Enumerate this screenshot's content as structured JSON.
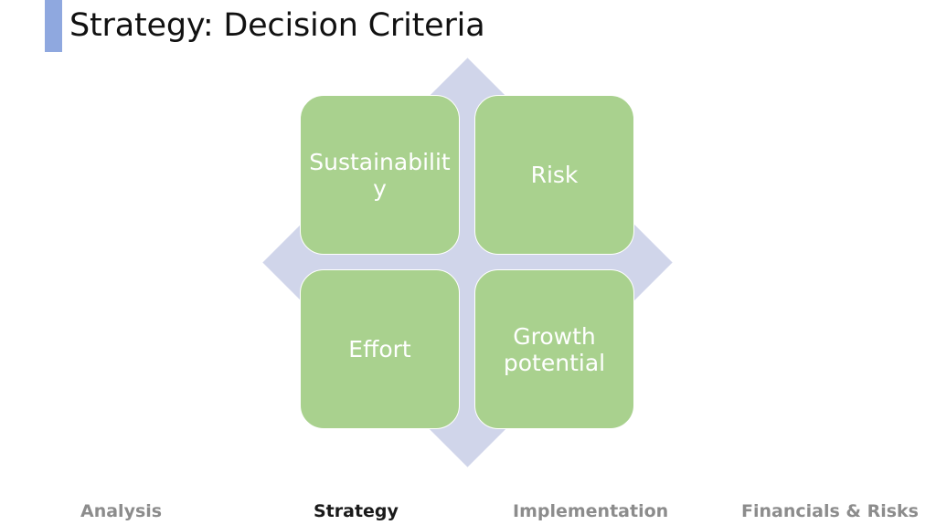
{
  "slide": {
    "title": "Strategy: Decision Criteria",
    "accent_color": "#8fa8df"
  },
  "diagram": {
    "type": "matrix-2x2",
    "background_color": "#d0d5ea",
    "box_color": "#a9d18e",
    "cells": [
      {
        "label": "Sustainability"
      },
      {
        "label": "Risk"
      },
      {
        "label": "Effort"
      },
      {
        "label": "Growth potential"
      }
    ]
  },
  "nav": {
    "items": [
      {
        "label": "Analysis",
        "active": false
      },
      {
        "label": "Strategy",
        "active": true
      },
      {
        "label": "Implementation",
        "active": false
      },
      {
        "label": "Financials & Risks",
        "active": false
      }
    ]
  }
}
